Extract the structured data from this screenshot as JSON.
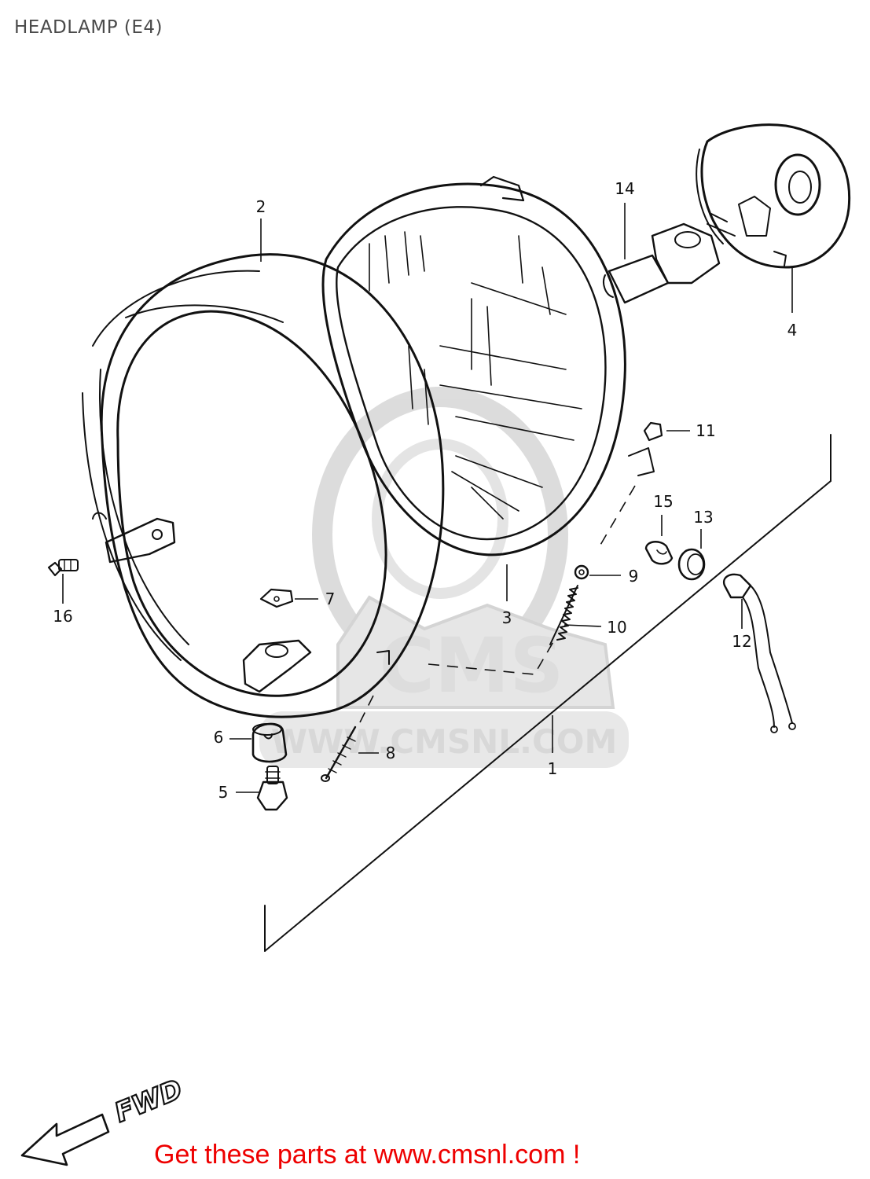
{
  "title": "HEADLAMP (E4)",
  "footer": {
    "link_text": "Get these parts at www.cmsnl.com !"
  },
  "watermark": {
    "text": "WWW.CMSNL.COM"
  },
  "fwd_label": "FWD",
  "parts": [
    {
      "id": "1",
      "label": "1"
    },
    {
      "id": "2",
      "label": "2"
    },
    {
      "id": "3",
      "label": "3"
    },
    {
      "id": "4",
      "label": "4"
    },
    {
      "id": "5",
      "label": "5"
    },
    {
      "id": "6",
      "label": "6"
    },
    {
      "id": "7",
      "label": "7"
    },
    {
      "id": "8",
      "label": "8"
    },
    {
      "id": "9",
      "label": "9"
    },
    {
      "id": "10",
      "label": "10"
    },
    {
      "id": "11",
      "label": "11"
    },
    {
      "id": "12",
      "label": "12"
    },
    {
      "id": "13",
      "label": "13"
    },
    {
      "id": "14",
      "label": "14"
    },
    {
      "id": "15",
      "label": "15"
    },
    {
      "id": "16",
      "label": "16"
    }
  ],
  "colors": {
    "title": "#4a4a4a",
    "line_art": "#111111",
    "watermark": "#d4d4d4",
    "footer_link": "#ee0000"
  }
}
